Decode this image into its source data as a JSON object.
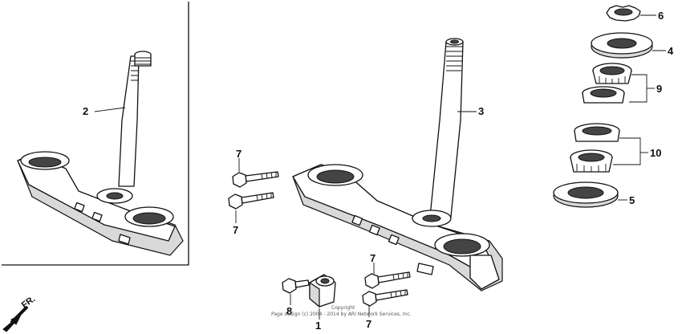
{
  "callouts": {
    "c1": "1",
    "c2": "2",
    "c3": "3",
    "c4": "4",
    "c5": "5",
    "c6": "6",
    "c7a": "7",
    "c7b": "7",
    "c7c": "7",
    "c7d": "7",
    "c8": "8",
    "c9": "9",
    "c10": "10"
  },
  "direction_label": "FR.",
  "copyright_line1": "Copyright",
  "copyright_line2": "Page design (c) 2004 - 2014 by ARI Network Services, Inc."
}
